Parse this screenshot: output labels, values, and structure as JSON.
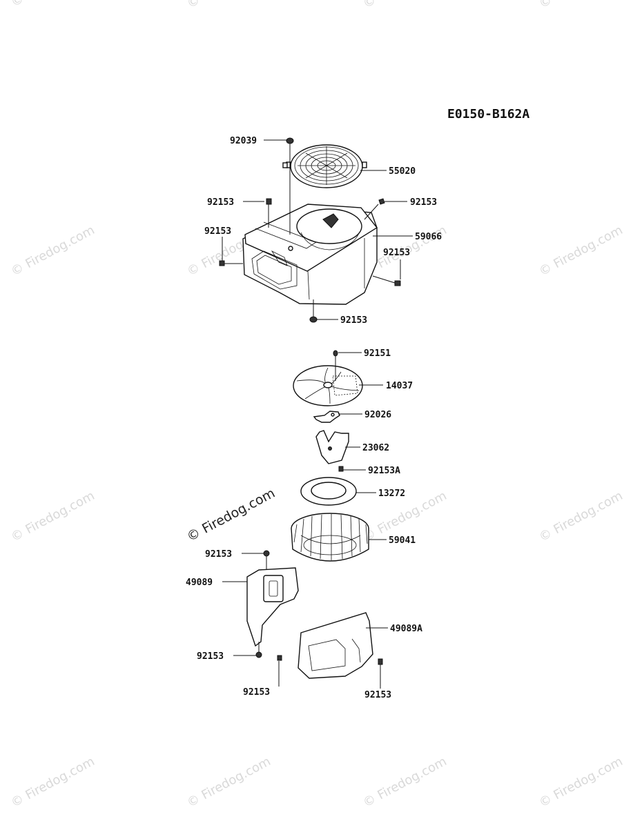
{
  "diagram": {
    "reference_code": "E0150-B162A",
    "watermark_text": "© Firedog.com",
    "parts": [
      {
        "id": "p92039",
        "label": "92039"
      },
      {
        "id": "p55020",
        "label": "55020"
      },
      {
        "id": "p92153_a",
        "label": "92153"
      },
      {
        "id": "p92153_b",
        "label": "92153"
      },
      {
        "id": "p92153_c",
        "label": "92153"
      },
      {
        "id": "p59066",
        "label": "59066"
      },
      {
        "id": "p92153_d",
        "label": "92153"
      },
      {
        "id": "p92153_e",
        "label": "92153"
      },
      {
        "id": "p92151",
        "label": "92151"
      },
      {
        "id": "p14037",
        "label": "14037"
      },
      {
        "id": "p92026",
        "label": "92026"
      },
      {
        "id": "p23062",
        "label": "23062"
      },
      {
        "id": "p92153A",
        "label": "92153A"
      },
      {
        "id": "p13272",
        "label": "13272"
      },
      {
        "id": "p59041",
        "label": "59041"
      },
      {
        "id": "p92153_f",
        "label": "92153"
      },
      {
        "id": "p49089",
        "label": "49089"
      },
      {
        "id": "p49089A",
        "label": "49089A"
      },
      {
        "id": "p92153_g",
        "label": "92153"
      },
      {
        "id": "p92153_h",
        "label": "92153"
      },
      {
        "id": "p92153_i",
        "label": "92153"
      }
    ]
  }
}
